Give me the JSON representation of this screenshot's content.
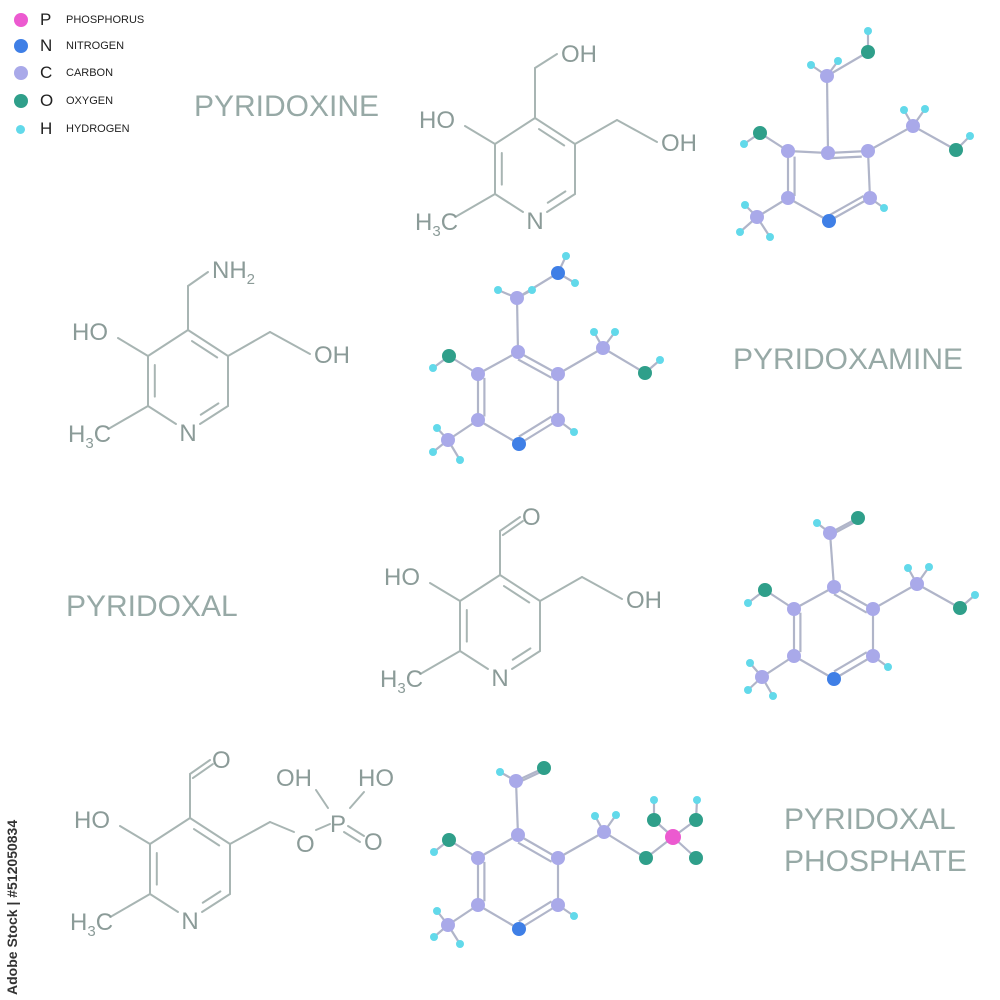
{
  "legend": [
    {
      "letter": "P",
      "name": "PHOSPHORUS",
      "color": "#ec5ad0"
    },
    {
      "letter": "N",
      "name": "NITROGEN",
      "color": "#3f7fe6"
    },
    {
      "letter": "C",
      "name": "CARBON",
      "color": "#a9a9e9"
    },
    {
      "letter": "O",
      "name": "OXYGEN",
      "color": "#2f9f8a"
    },
    {
      "letter": "H",
      "name": "HYDROGEN",
      "color": "#62d9ea"
    }
  ],
  "titles": {
    "pyridoxine": "PYRIDOXINE",
    "pyridoxamine": "PYRIDOXAMINE",
    "pyridoxal": "PYRIDOXAL",
    "pyridoxal_phosphate_line1": "PYRIDOXAL",
    "pyridoxal_phosphate_line2": "PHOSPHATE"
  },
  "labels": {
    "oh": "OH",
    "ho": "HO",
    "n": "N",
    "h3c_h": "H",
    "h3c_sub": "3",
    "h3c_c": "C",
    "nh2_nh": "NH",
    "nh2_sub": "2",
    "o": "O",
    "p": "P"
  },
  "credit": "Adobe Stock | #512050834",
  "colors": {
    "bond": "#a8b5b3",
    "text": "#8b9b98",
    "model_bond": "#b0b5c9"
  }
}
